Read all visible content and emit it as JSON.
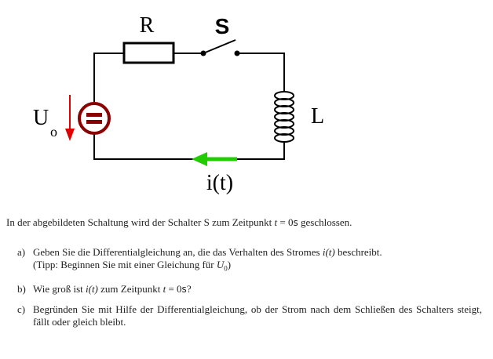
{
  "diagram": {
    "labels": {
      "resistor": "R",
      "switch": "S",
      "inductor": "L",
      "voltage_main": "U",
      "voltage_sub": "o",
      "current": "i(t)"
    },
    "colors": {
      "wire": "#000000",
      "source": "#8b0000",
      "voltage_arrow": "#e00000",
      "current_arrow": "#22cc00"
    }
  },
  "text": {
    "intro": {
      "before": "In der abgebildeten Schaltung wird der Schalter S zum Zeitpunkt ",
      "var": "t",
      "eq": " = 0",
      "unit": "s",
      "after": " geschlossen."
    },
    "tasks": [
      {
        "letter": "a)",
        "line1": "Geben Sie die Differentialgleichung an, die das Verhalten des Stromes ",
        "var": "i(t)",
        "line1_end": " beschreibt.",
        "line2": "(Tipp: Beginnen Sie mit einer Gleichung für ",
        "u_var": "U",
        "u_sub": "0",
        "line2_end": ")"
      },
      {
        "letter": "b)",
        "before": "Wie groß ist ",
        "var": "i(t)",
        "mid": " zum Zeitpunkt ",
        "tvar": "t",
        "eq": " = 0",
        "unit": "s",
        "after": "?"
      },
      {
        "letter": "c)",
        "text": "Begründen Sie mit Hilfe der Differentialgleichung, ob der Strom nach dem Schließen des Schalters steigt, fällt oder gleich bleibt."
      }
    ]
  }
}
